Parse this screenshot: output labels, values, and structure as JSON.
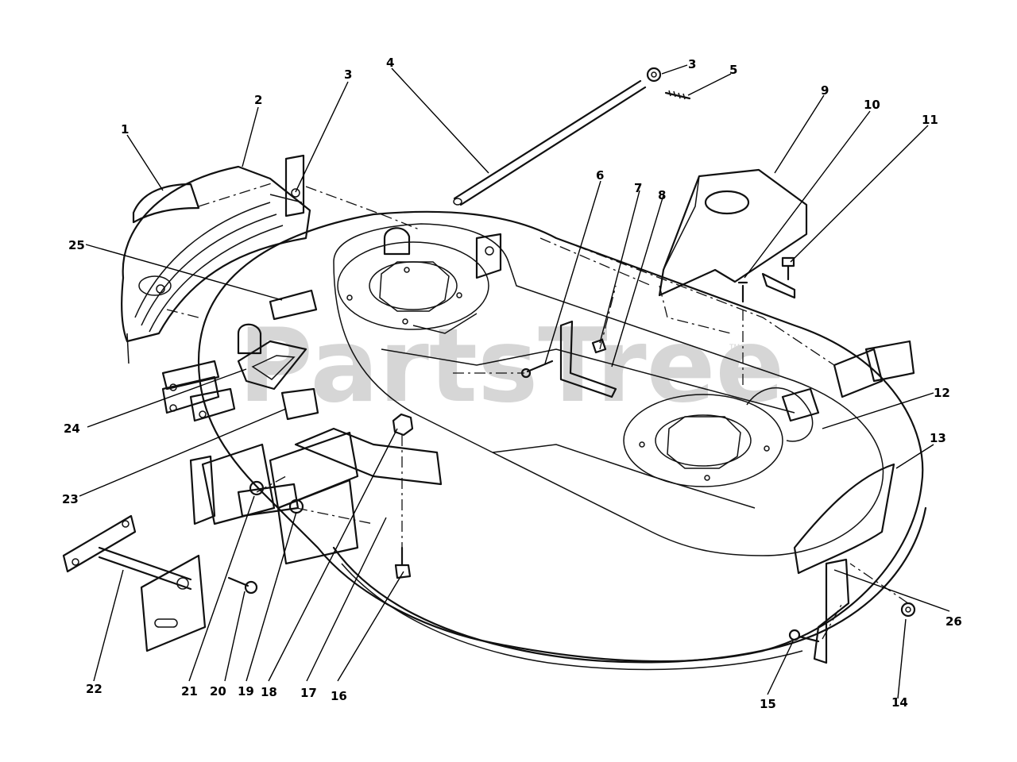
{
  "watermark": {
    "text": "PartsTree",
    "trademark": "TM"
  },
  "callouts": {
    "c1": "1",
    "c2": "2",
    "c3a": "3",
    "c3b": "3",
    "c4": "4",
    "c5": "5",
    "c6": "6",
    "c7": "7",
    "c8": "8",
    "c9": "9",
    "c10": "10",
    "c11": "11",
    "c12": "12",
    "c13": "13",
    "c14": "14",
    "c15": "15",
    "c16": "16",
    "c17": "17",
    "c18": "18",
    "c19": "19",
    "c20": "20",
    "c21": "21",
    "c22": "22",
    "c23": "23",
    "c24": "24",
    "c25": "25",
    "c26": "26"
  }
}
